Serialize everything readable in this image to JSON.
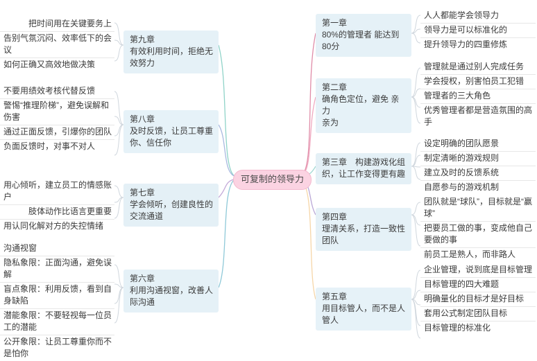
{
  "map": {
    "center": {
      "label": "可复制的领导力"
    },
    "right_branches": [
      {
        "id": "ch1",
        "title": "第一章\n80%的管理者 能达到80分",
        "line1": "第一章",
        "line2": "80%的管理者 能达到80分",
        "color": "#e08ca8",
        "leaves": [
          "人人都能学会领导力",
          "领导力是可以标准化的",
          "提升领导力的四重修炼"
        ]
      },
      {
        "id": "ch2",
        "title": "第二章\n确角色定位，避免亲力亲为",
        "line1": "第二章",
        "line2": "确角色定位，避免 亲力",
        "line3": "亲为",
        "color": "#f0a9c0",
        "leaves": [
          "管理就是通过别人完成任务",
          "学会授权，别害怕员工犯错",
          "管理者的三大角色",
          "优秀管理者都是营造氛围的高手"
        ]
      },
      {
        "id": "ch3",
        "title": "第三章　构建游戏化组织，让工作变得更有趣",
        "line1": "第三章　构建游戏化组",
        "line2": "织，让工作变得更有趣",
        "color": "#9fd8d2",
        "leaves": [
          "设定明确的团队愿景",
          "制定清晰的游戏规则",
          "建立及时的反馈系统",
          "自愿参与的游戏机制"
        ]
      },
      {
        "id": "ch4",
        "title": "第四章\n理清关系，打造一致性团队",
        "line1": "第四章",
        "line2": "理清关系，打造一致性",
        "line3": "团队",
        "color": "#b9a7d6",
        "leaves": [
          "团队就是“球队”，目标就是“赢球”",
          "把要员工做的事，变成他自己要做的事",
          "前员工是熟人，而非路人"
        ]
      },
      {
        "id": "ch5",
        "title": "第五章\n用目标管人，而不是人管人",
        "line1": "第五章",
        "line2": "用目标管人，而不是人",
        "line3": "管人",
        "color": "#f6d6a8",
        "leaves": [
          "企业管理，说到底是目标管理",
          "目标管理的四大难题",
          "明确量化的目标才是好目标",
          "套用公式制定团队目标",
          "目标管理的标准化"
        ]
      }
    ],
    "left_branches": [
      {
        "id": "ch9",
        "title": "第九章\n有效利用时间，拒绝无效努力",
        "line1": "第九章",
        "line2": "有效利用时间，拒绝无",
        "line3": "效努力",
        "color": "#8fd3c8",
        "leaves": [
          "把时间用在关键要务上",
          "告别气氛沉闷、效率低下的会议",
          "如何正确又高效地做决策"
        ]
      },
      {
        "id": "ch8",
        "title": "第八章\n及时反馈，让员工尊重你、信任你",
        "line1": "第八章",
        "line2": "及时反馈，让员工尊重",
        "line3": "你、信任你",
        "color": "#a8b9e0",
        "leaves": [
          "不要用绩效考核代替反馈",
          "警惕“推理阶梯”，避免误解和伤害",
          "通过正面反馈，引爆你的团队",
          "负面反馈时，对事不对人"
        ]
      },
      {
        "id": "ch7",
        "title": "第七章\n学会倾听，创建良性的交流通道",
        "line1": "第七章",
        "line2": "学会倾听，创建良性的",
        "line3": "交流通道",
        "color": "#c2a8d8",
        "leaves": [
          "用心倾听，建立员工的情感账户",
          "肢体动作比语言更重要",
          "用认同化解对方的失控情绪"
        ]
      },
      {
        "id": "ch6",
        "title": "第六章\n利用沟通视窗，改善人际沟通",
        "line1": "第六章",
        "line2": "利用沟通视窗，改善人",
        "line3": "际沟通",
        "color": "#8fc9d8",
        "heading": "沟通视窗",
        "leaves": [
          "隐私象限：正面沟通，避免误解",
          "盲点象限：利用反馈，看到自身缺陷",
          "潜能象限：不要轻视每一位员工的潜能",
          "公开象限：让员工尊重你而不是怕你"
        ]
      }
    ],
    "colors": {
      "center_fill": "#fbd3e2",
      "center_border": "#f3b9ce",
      "chapter_fill": "#e5f1f7",
      "text": "#3a3a3a",
      "leaf_divider": "#e7e7e7"
    }
  }
}
